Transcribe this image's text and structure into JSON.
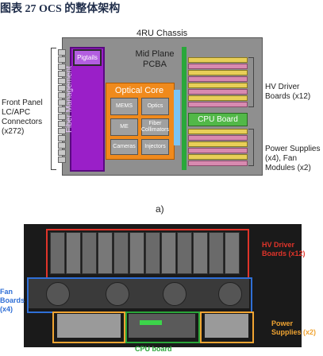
{
  "caption": "图表 27 OCS 的整体架构",
  "diagram": {
    "chassis_title": "4RU Chassis",
    "pigtails": "Pigtails",
    "fiber_management": "Fiber Management",
    "optical_core": {
      "title": "Optical Core",
      "items": [
        "MEMS",
        "Optics",
        "ME",
        "Fiber Collimators",
        "Cameras",
        "Injectors"
      ]
    },
    "mid_plane_label": "Mid Plane PCBA",
    "cpu_board": "CPU Board",
    "front_panel_label": "Front Panel LC/APC Connectors (x272)",
    "hv_driver_label": "HV Driver Boards (x12)",
    "power_label": "Power Supplies (x4), Fan Modules (x2)",
    "sublabel_a": "a)"
  },
  "photo": {
    "hv_label": "HV Driver Boards (x12)",
    "fan_label": "Fan Boards (x4)",
    "power_label": "Power Supplies (x2)",
    "cpu_label": "CPU board"
  },
  "colors": {
    "purple": "#9a1fc8",
    "orange": "#f08a1c",
    "green": "#29a83a",
    "pink": "#d88ab0",
    "yellow": "#e8cf58",
    "red_box": "#e0342a",
    "blue_box": "#2f6fd6"
  }
}
